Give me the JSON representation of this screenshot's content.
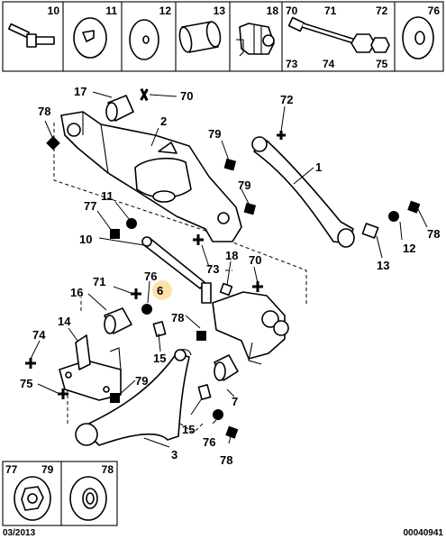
{
  "top_boxes": [
    {
      "labels": [
        "10"
      ],
      "icon": "bolt-icon"
    },
    {
      "labels": [
        "11"
      ],
      "icon": "eccentric-washer-icon"
    },
    {
      "labels": [
        "12"
      ],
      "icon": "washer-icon"
    },
    {
      "labels": [
        "13"
      ],
      "icon": "bushing-icon"
    },
    {
      "labels": [
        "18"
      ],
      "icon": "dust-boot-icon"
    },
    {
      "labels": [
        "70",
        "71",
        "72",
        "73",
        "74",
        "75"
      ],
      "icon": "bolt-nut-set-icon"
    },
    {
      "labels": [
        "76"
      ],
      "icon": "washer-icon"
    }
  ],
  "bottom_boxes": [
    {
      "labels": [
        "77",
        "79"
      ],
      "icon": "nut-washer-icon"
    },
    {
      "labels": [
        "78"
      ],
      "icon": "washer-icon"
    }
  ],
  "callouts": [
    "17",
    "70",
    "72",
    "78",
    "2",
    "79",
    "79",
    "11",
    "77",
    "10",
    "1",
    "73",
    "18",
    "70",
    "12",
    "78",
    "13",
    "71",
    "76",
    "6",
    "16",
    "14",
    "78",
    "74",
    "15",
    "75",
    "79",
    "7",
    "15",
    "76",
    "3",
    "78"
  ],
  "footer": {
    "date": "03/2013",
    "ref": "00040941"
  },
  "colors": {
    "highlight": "#fbe3a8",
    "ink": "#000000"
  }
}
